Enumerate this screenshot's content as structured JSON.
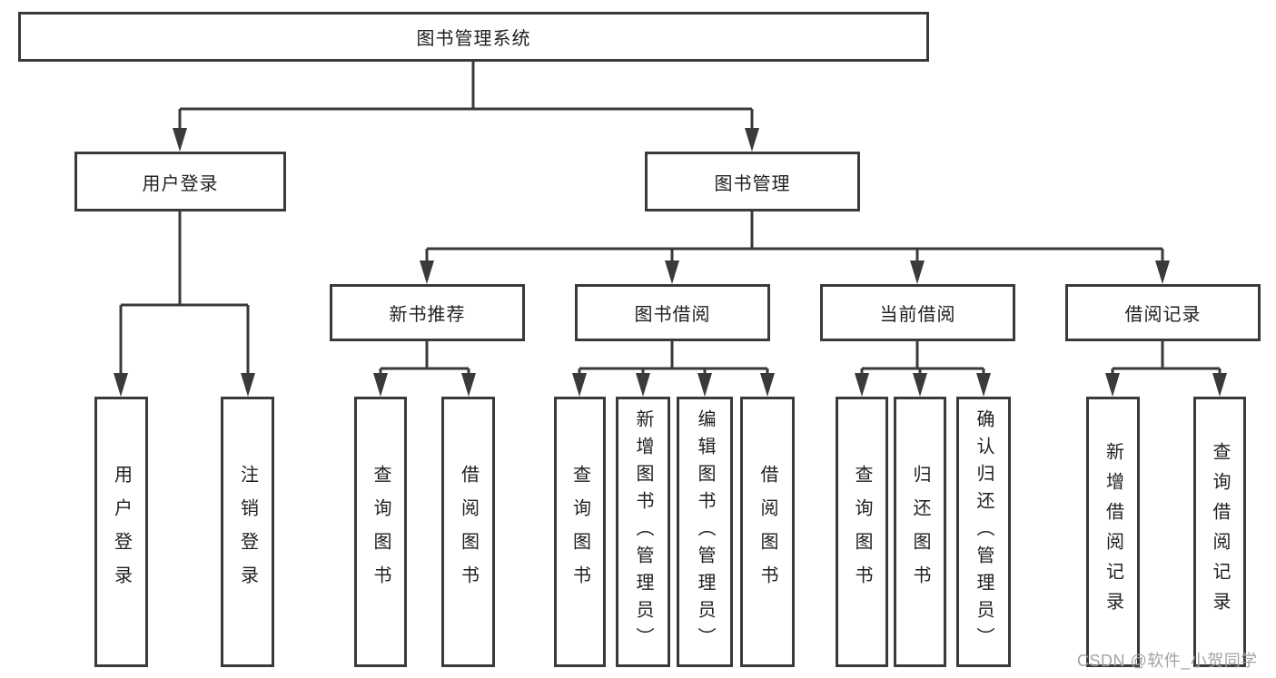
{
  "diagram": {
    "root": {
      "label": "图书管理系统"
    },
    "level2": [
      {
        "label": "用户登录"
      },
      {
        "label": "图书管理"
      }
    ],
    "level3": [
      {
        "label": "新书推荐"
      },
      {
        "label": "图书借阅"
      },
      {
        "label": "当前借阅"
      },
      {
        "label": "借阅记录"
      }
    ],
    "leaves": [
      {
        "label": "用户登录"
      },
      {
        "label": "注销登录"
      },
      {
        "label": "查询图书"
      },
      {
        "label": "借阅图书"
      },
      {
        "label": "查询图书"
      },
      {
        "label": "新增图书（管理员）"
      },
      {
        "label": "编辑图书（管理员）"
      },
      {
        "label": "借阅图书"
      },
      {
        "label": "查询图书"
      },
      {
        "label": "归还图书"
      },
      {
        "label": "确认归还（管理员）"
      },
      {
        "label": "新增借阅记录"
      },
      {
        "label": "查询借阅记录"
      }
    ]
  },
  "watermark": "CSDN @软件_小贺同学",
  "colors": {
    "line": "#3a3a3a",
    "text": "#1f1f1f",
    "watermark": "#a3a3a3",
    "background": "#ffffff"
  }
}
